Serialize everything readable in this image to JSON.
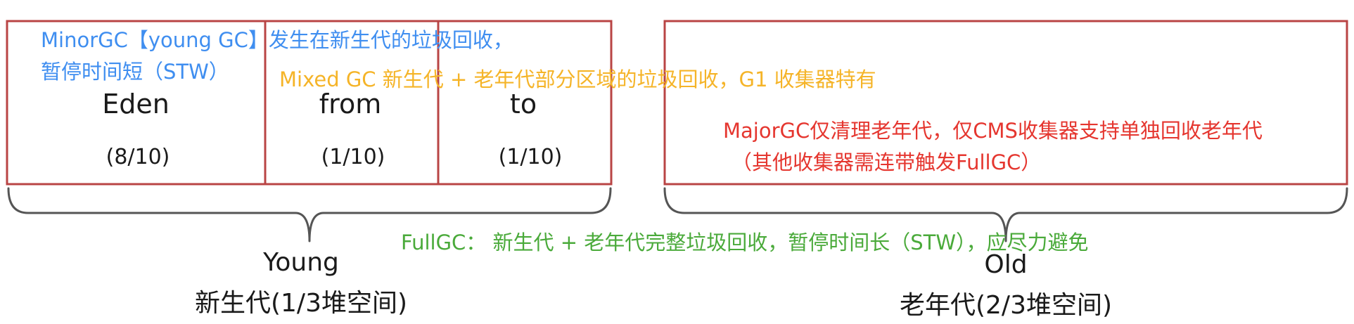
{
  "colors": {
    "box_stroke": "#b94444",
    "brace_stroke": "#555555",
    "minor_gc": "#3f8ef0",
    "mixed_gc": "#f5b428",
    "major_gc": "#e5362f",
    "full_gc": "#4aaa3a"
  },
  "young": {
    "eden": {
      "name": "Eden",
      "ratio": "(8/10)"
    },
    "from": {
      "name": "from",
      "ratio": "(1/10)"
    },
    "to": {
      "name": "to",
      "ratio": "(1/10)"
    },
    "label_en": "Young",
    "label_cn": "新生代(1/3堆空间)"
  },
  "old": {
    "label_en": "Old",
    "label_cn": "老年代(2/3堆空间)"
  },
  "notes": {
    "minor_gc_line1": "MinorGC【young GC】发生在新生代的垃圾回收，",
    "minor_gc_line2": "暂停时间短（STW）",
    "mixed_gc": "Mixed GC 新生代 + 老年代部分区域的垃圾回收，G1 收集器特有",
    "major_gc_line1": "MajorGC仅清理老年代，仅CMS收集器支持单独回收老年代",
    "major_gc_line2": "（其他收集器需连带触发FullGC）",
    "full_gc": "FullGC： 新生代 + 老年代完整垃圾回收，暂停时间长（STW），应尽力避免"
  }
}
